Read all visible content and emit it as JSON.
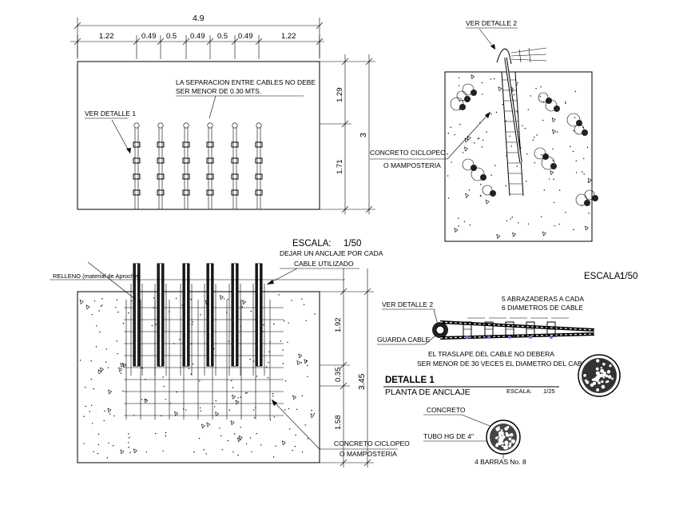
{
  "top_plan": {
    "total_width": "4.9",
    "segments": [
      "1.22",
      "0.49",
      "0.5",
      "0.49",
      "0.5",
      "0.49",
      "1.22"
    ],
    "right_dims": [
      "1.29",
      "1.71"
    ],
    "outer_dim": "3",
    "note_line1": "LA SEPARACION ENTRE CABLES NO DEBE",
    "note_line2": "SER MENOR DE 0.30 MTS.",
    "ver_detalle": "VER DETALLE 1"
  },
  "section": {
    "ver_detalle": "VER DETALLE 2",
    "concrete_line1": "CONCRETO CICLOPEO",
    "concrete_line2": "O MAMPOSTERIA"
  },
  "elevation": {
    "escala_label": "ESCALA:",
    "escala_value": "1/50",
    "note_line1": "DEJAR UN ANCLAJE POR CADA",
    "note_line2": "CABLE UTILIZADO",
    "relleno": "RELLENO (material de Aproche)",
    "right_dims": [
      "1.92",
      "0.35",
      "1.58"
    ],
    "outer_dim": "3.45",
    "concrete_line1": "CONCRETO CICLOPEO",
    "concrete_line2": "O MAMPOSTERIA"
  },
  "detail": {
    "escala_label": "ESCALA:",
    "escala_value": "1/50",
    "ver_detalle": "VER DETALLE 2",
    "clamps_line1": "5 ABRAZADERAS A CADA",
    "clamps_line2": "6 DIAMETROS DE CABLE",
    "guarda_cable": "GUARDA CABLE",
    "overlap_line1": "EL TRASLAPE DEL CABLE NO DEBERA",
    "overlap_line2": "SER MENOR DE 30 VECES EL DIAMETRO DEL CABLE",
    "title": "DETALLE  1",
    "subtitle": "PLANTA DE ANCLAJE",
    "sub_escala_label": "ESCALA:",
    "sub_escala_value": "1/25",
    "concreto": "CONCRETO",
    "tubo": "TUBO HG  DE 4\"",
    "barras": "4 BARRAS No. 8"
  }
}
